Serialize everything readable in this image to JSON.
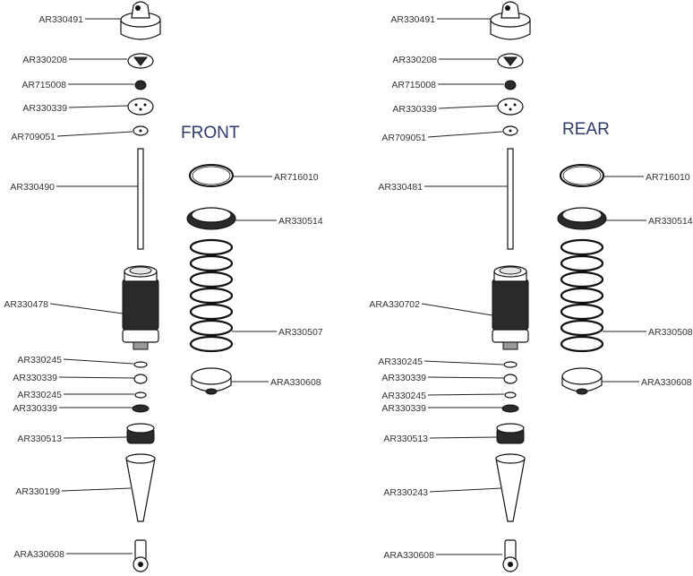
{
  "front": {
    "title": "FRONT",
    "left_labels": [
      "AR330491",
      "AR330208",
      "AR715008",
      "AR330339",
      "AR709051",
      "AR330490",
      "AR330478",
      "AR330245",
      "AR330339",
      "AR330245",
      "AR330339",
      "AR330513",
      "AR330199",
      "ARA330608"
    ],
    "right_labels": [
      "AR716010",
      "AR330514",
      "AR330507",
      "ARA330608"
    ]
  },
  "rear": {
    "title": "REAR",
    "left_labels": [
      "AR330491",
      "AR330208",
      "AR715008",
      "AR330339",
      "AR709051",
      "AR330481",
      "ARA330702",
      "AR330245",
      "AR330339",
      "AR330245",
      "AR330339",
      "AR330513",
      "AR330243",
      "ARA330608"
    ],
    "right_labels": [
      "AR716010",
      "AR330514",
      "AR330508",
      "ARA330608"
    ]
  }
}
